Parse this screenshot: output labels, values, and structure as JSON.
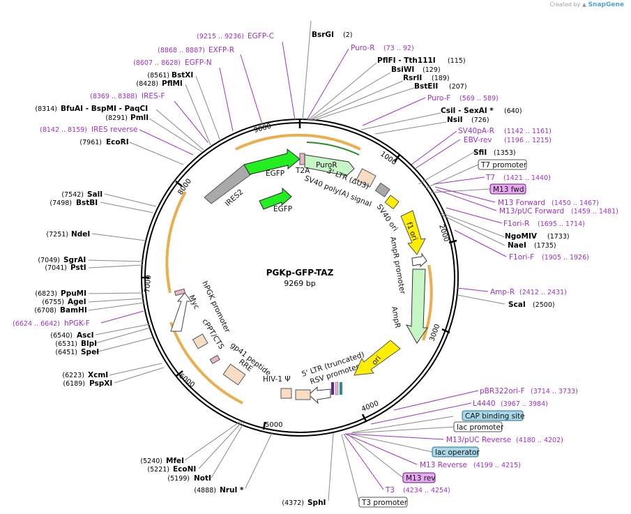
{
  "credit": {
    "prefix": "Created by",
    "brand": "SnapGene"
  },
  "plasmid": {
    "name": "PGKp-GFP-TAZ",
    "length_label": "9269 bp",
    "length": 9269
  },
  "ticks": [
    "1000",
    "2000",
    "3000",
    "4000",
    "5000",
    "6000",
    "7000",
    "8000",
    "9000"
  ],
  "sites_right": [
    {
      "name": "BsrGI",
      "pos": "(2)"
    },
    {
      "name": "PflFI  -  Tth111I",
      "pos": "(115)"
    },
    {
      "name": "BsiWI",
      "pos": "(129)"
    },
    {
      "name": "RsrII",
      "pos": "(189)"
    },
    {
      "name": "BstEII",
      "pos": "(207)"
    },
    {
      "name": "CsiI  -  SexAI *",
      "pos": "(640)"
    },
    {
      "name": "NsiI",
      "pos": "(726)"
    },
    {
      "name": "SfiI",
      "pos": "(1353)"
    },
    {
      "name": "NgoMIV",
      "pos": "(1733)"
    },
    {
      "name": "NaeI",
      "pos": "(1735)"
    },
    {
      "name": "ScaI",
      "pos": "(2500)"
    }
  ],
  "sites_left": [
    {
      "name": "BstXI",
      "pos": "(8561)"
    },
    {
      "name": "PflMI",
      "pos": "(8428)"
    },
    {
      "name": "BfuAI  -  BspMI  -  PaqCI",
      "pos": "(8314)"
    },
    {
      "name": "PmlI",
      "pos": "(8291)"
    },
    {
      "name": "EcoRI",
      "pos": "(7961)"
    },
    {
      "name": "SalI",
      "pos": "(7542)"
    },
    {
      "name": "BstBI",
      "pos": "(7498)"
    },
    {
      "name": "NdeI",
      "pos": "(7251)"
    },
    {
      "name": "SgrAI",
      "pos": "(7049)"
    },
    {
      "name": "PstI",
      "pos": "(7041)"
    },
    {
      "name": "PpuMI",
      "pos": "(6823)"
    },
    {
      "name": "AgeI",
      "pos": "(6755)"
    },
    {
      "name": "BamHI",
      "pos": "(6708)"
    },
    {
      "name": "AscI",
      "pos": "(6540)"
    },
    {
      "name": "BlpI",
      "pos": "(6531)"
    },
    {
      "name": "SpeI",
      "pos": "(6451)"
    },
    {
      "name": "XcmI",
      "pos": "(6223)"
    },
    {
      "name": "PspXI",
      "pos": "(6189)"
    },
    {
      "name": "MfeI",
      "pos": "(5240)"
    },
    {
      "name": "EcoNI",
      "pos": "(5221)"
    },
    {
      "name": "NotI",
      "pos": "(5199)"
    },
    {
      "name": "NruI *",
      "pos": "(4888)"
    },
    {
      "name": "SphI",
      "pos": "(4372)"
    }
  ],
  "primers": [
    {
      "name": "EGFP-C",
      "pos": "(9215 .. 9236)"
    },
    {
      "name": "EXFP-R",
      "pos": "(8868 .. 8887)"
    },
    {
      "name": "EGFP-N",
      "pos": "(8607 .. 8628)"
    },
    {
      "name": "IRES-F",
      "pos": "(8369 .. 8388)"
    },
    {
      "name": "IRES reverse",
      "pos": "(8142 .. 8159)"
    },
    {
      "name": "hPGK-F",
      "pos": "(6624 .. 6642)"
    },
    {
      "name": "Puro-R",
      "pos": "(73 .. 92)"
    },
    {
      "name": "Puro-F",
      "pos": "(569 .. 589)"
    },
    {
      "name": "SV40pA-R",
      "pos": "(1142 .. 1161)"
    },
    {
      "name": "EBV-rev",
      "pos": "(1196 .. 1215)"
    },
    {
      "name": "T7",
      "pos": "(1421 .. 1440)"
    },
    {
      "name": "M13 Forward",
      "pos": "(1450 .. 1467)"
    },
    {
      "name": "M13/pUC Forward",
      "pos": "(1459 .. 1481)"
    },
    {
      "name": "F1ori-R",
      "pos": "(1695 .. 1714)"
    },
    {
      "name": "F1ori-F",
      "pos": "(1905 .. 1926)"
    },
    {
      "name": "Amp-R",
      "pos": "(2412 .. 2431)"
    },
    {
      "name": "pBR322ori-F",
      "pos": "(3714 .. 3733)"
    },
    {
      "name": "L4440",
      "pos": "(3967 .. 3984)"
    },
    {
      "name": "M13/pUC Reverse",
      "pos": "(4180 .. 4202)"
    },
    {
      "name": "M13 Reverse",
      "pos": "(4199 .. 4215)"
    },
    {
      "name": "T3",
      "pos": "(4234 .. 4254)"
    }
  ],
  "boxes": [
    {
      "name": "T7 promoter",
      "fill": "#ffffff",
      "stroke": "#555555"
    },
    {
      "name": "M13 fwd",
      "fill": "#e6a9f0",
      "stroke": "#6a1b8a"
    },
    {
      "name": "CAP binding site",
      "fill": "#a8d8e8",
      "stroke": "#2a6f86"
    },
    {
      "name": "lac promoter",
      "fill": "#ffffff",
      "stroke": "#555555"
    },
    {
      "name": "lac operator",
      "fill": "#a8d8e8",
      "stroke": "#2a6f86"
    },
    {
      "name": "M13 rev",
      "fill": "#e6a9f0",
      "stroke": "#6a1b8a"
    },
    {
      "name": "T3 promoter",
      "fill": "#ffffff",
      "stroke": "#555555"
    }
  ],
  "features": [
    {
      "name": "EGFP",
      "color": "#22ee22"
    },
    {
      "name": "EGFP",
      "color": "#22ee22"
    },
    {
      "name": "T2A",
      "color": "#e8b4c8"
    },
    {
      "name": "PuroR",
      "color": "#c6f5c6"
    },
    {
      "name": "IRES2",
      "color": "#a9a9a9"
    },
    {
      "name": "3' LTR (ΔU3)",
      "color": "#f9dcc4"
    },
    {
      "name": "SV40 poly(A) signal",
      "color": "#a9a9a9"
    },
    {
      "name": "SV40 ori",
      "color": "#ffee00"
    },
    {
      "name": "f1 ori",
      "color": "#ffee00"
    },
    {
      "name": "AmpR promoter",
      "color": "#ffffff"
    },
    {
      "name": "AmpR",
      "color": "#c6f5c6"
    },
    {
      "name": "ori",
      "color": "#ffee00"
    },
    {
      "name": "5' LTR (truncated)",
      "color": "#f9dcc4"
    },
    {
      "name": "RSV promoter",
      "color": "#ffffff"
    },
    {
      "name": "HIV-1 Ψ",
      "color": "#f9dcc4"
    },
    {
      "name": "RRE",
      "color": "#f9dcc4"
    },
    {
      "name": "gp41 peptide",
      "color": "#e8b4c8"
    },
    {
      "name": "cPPT/CTS",
      "color": "#f9dcc4"
    },
    {
      "name": "hPGK promoter",
      "color": "#ffffff"
    },
    {
      "name": "Myc",
      "color": "#e8b4c8"
    }
  ],
  "colors": {
    "primer": "#9b30c8",
    "orf": "#e8a030",
    "backbone": "#000000"
  }
}
